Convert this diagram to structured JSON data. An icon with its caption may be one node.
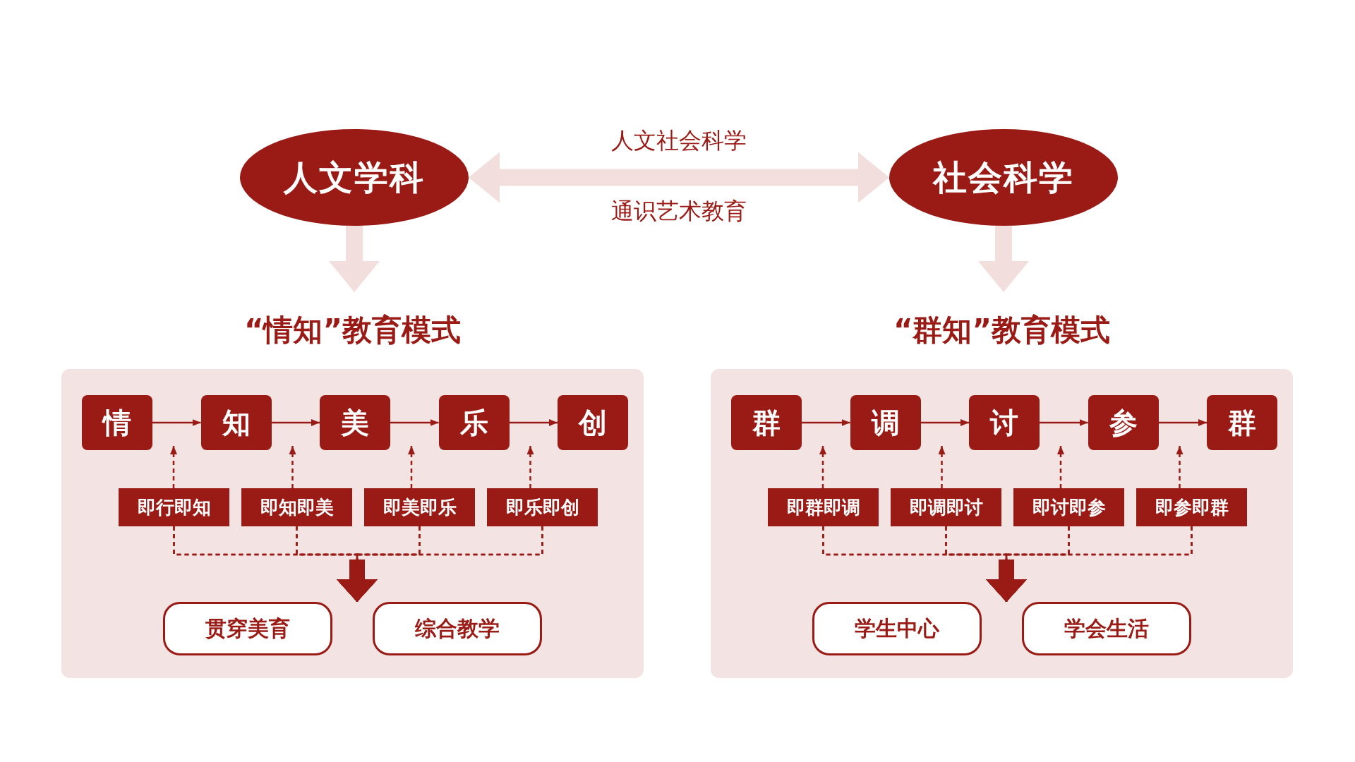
{
  "diagram": {
    "nodes": [
      {
        "text": [
          "人文学科"
        ]
      },
      {
        "text": [
          "社会科学"
        ]
      },
      {
        "text": [
          "“情知”教育模式"
        ]
      },
      {
        "text": [
          "情"
        ],
        "in": 2
      },
      {
        "text": [
          "知"
        ],
        "in": 2
      },
      {
        "text": [
          "美"
        ],
        "in": 2
      },
      {
        "text": [
          "乐"
        ],
        "in": 2
      },
      {
        "text": [
          "创"
        ],
        "in": 2
      },
      {
        "text": [
          "即行即知"
        ],
        "in": 2
      },
      {
        "text": [
          "即知即美"
        ],
        "in": 2
      },
      {
        "text": [
          "即美即乐"
        ],
        "in": 2
      },
      {
        "text": [
          "即乐即创"
        ],
        "in": 2
      },
      {
        "text": [
          "贯穿美育"
        ],
        "in": 2
      },
      {
        "text": [
          "综合教学"
        ],
        "in": 2
      },
      {
        "text": [
          "“群知”教育模式"
        ]
      },
      {
        "text": [
          "群"
        ],
        "in": 14
      },
      {
        "text": [
          "调"
        ],
        "in": 14
      },
      {
        "text": [
          "讨"
        ],
        "in": 14
      },
      {
        "text": [
          "参"
        ],
        "in": 14
      },
      {
        "text": [
          "群"
        ],
        "in": 14
      },
      {
        "text": [
          "即群即调"
        ],
        "in": 14
      },
      {
        "text": [
          "即调即讨"
        ],
        "in": 14
      },
      {
        "text": [
          "即讨即参"
        ],
        "in": 14
      },
      {
        "text": [
          "即参即群"
        ],
        "in": 14
      },
      {
        "text": [
          "学生中心"
        ],
        "in": 14
      },
      {
        "text": [
          "学会生活"
        ],
        "in": 14
      }
    ],
    "edges": [
      {
        "from": 0,
        "to": 1,
        "arrow": "both",
        "label": "人文社会科学",
        "style": "thick",
        "color": "#f2dfdd"
      },
      {
        "from": 0,
        "to": 2,
        "arrow": "to",
        "style": "thick",
        "color": "#f2dfdd"
      },
      {
        "from": 1,
        "to": 14,
        "arrow": "to",
        "style": "thick",
        "color": "#f2dfdd"
      },
      {
        "from": 3,
        "to": 4,
        "arrow": "to"
      },
      {
        "from": 4,
        "to": 5,
        "arrow": "to"
      },
      {
        "from": 5,
        "to": 6,
        "arrow": "to"
      },
      {
        "from": 6,
        "to": 7,
        "arrow": "to"
      },
      {
        "from": 8,
        "to": 3,
        "arrow": "to",
        "style": "dashed"
      },
      {
        "from": 9,
        "to": 4,
        "arrow": "to",
        "style": "dashed"
      },
      {
        "from": 10,
        "to": 5,
        "arrow": "to",
        "style": "dashed"
      },
      {
        "from": 11,
        "to": 6,
        "arrow": "to",
        "style": "dashed"
      },
      {
        "from": 8,
        "to": 12,
        "arrow": "to",
        "style": "dashed"
      },
      {
        "from": 8,
        "to": 13,
        "arrow": "to",
        "style": "dashed"
      },
      {
        "from": 9,
        "to": 12,
        "arrow": "to",
        "style": "dashed"
      },
      {
        "from": 9,
        "to": 13,
        "arrow": "to",
        "style": "dashed"
      },
      {
        "from": 10,
        "to": 12,
        "arrow": "to",
        "style": "dashed"
      },
      {
        "from": 10,
        "to": 13,
        "arrow": "to",
        "style": "dashed"
      },
      {
        "from": 11,
        "to": 12,
        "arrow": "to",
        "style": "dashed"
      },
      {
        "from": 11,
        "to": 13,
        "arrow": "to",
        "style": "dashed"
      },
      {
        "from": 15,
        "to": 16,
        "arrow": "to"
      },
      {
        "from": 16,
        "to": 17,
        "arrow": "to"
      },
      {
        "from": 17,
        "to": 18,
        "arrow": "to"
      },
      {
        "from": 18,
        "to": 19,
        "arrow": "to"
      },
      {
        "from": 20,
        "to": 15,
        "arrow": "to",
        "style": "dashed"
      },
      {
        "from": 21,
        "to": 16,
        "arrow": "to",
        "style": "dashed"
      },
      {
        "from": 22,
        "to": 17,
        "arrow": "to",
        "style": "dashed"
      },
      {
        "from": 23,
        "to": 18,
        "arrow": "to",
        "style": "dashed"
      },
      {
        "from": 20,
        "to": 24,
        "arrow": "to",
        "style": "dashed"
      },
      {
        "from": 20,
        "to": 25,
        "arrow": "to",
        "style": "dashed"
      },
      {
        "from": 21,
        "to": 24,
        "arrow": "to",
        "style": "dashed"
      },
      {
        "from": 21,
        "to": 25,
        "arrow": "to",
        "style": "dashed"
      },
      {
        "from": 22,
        "to": 24,
        "arrow": "to",
        "style": "dashed"
      },
      {
        "from": 22,
        "to": 25,
        "arrow": "to",
        "style": "dashed"
      },
      {
        "from": 23,
        "to": 24,
        "arrow": "to",
        "style": "dashed"
      },
      {
        "from": 23,
        "to": 25,
        "arrow": "to",
        "style": "dashed"
      }
    ],
    "labels": [
      "通识艺术教育"
    ]
  }
}
